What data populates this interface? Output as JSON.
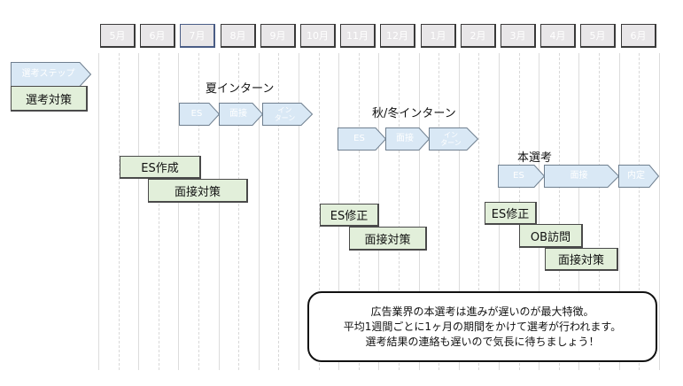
{
  "months": [
    "5月",
    "6月",
    "7月",
    "8月",
    "9月",
    "10月",
    "11月",
    "12月",
    "1月",
    "2月",
    "3月",
    "4月",
    "5月",
    "6月"
  ],
  "highlighted_month_index": 2,
  "legend": {
    "step_label": "選考ステップ",
    "prep_label": "選考対策"
  },
  "colors": {
    "step_fill": "#d9e8f5",
    "step_border": "#6f7f8f",
    "prep_fill": "#e2efda",
    "month_fill": "#e8e6e8"
  },
  "phases": {
    "summer": {
      "title": "夏インターン",
      "steps": [
        "ES",
        "面接",
        "イン\nターン"
      ],
      "prep": [
        "ES作成",
        "面接対策"
      ]
    },
    "autumn_winter": {
      "title": "秋/冬インターン",
      "steps": [
        "ES",
        "面接",
        "イン\nターン"
      ],
      "prep": [
        "ES修正",
        "面接対策"
      ]
    },
    "main": {
      "title": "本選考",
      "steps": [
        "ES",
        "面接",
        "内定"
      ],
      "prep": [
        "ES修正",
        "OB訪問",
        "面接対策"
      ]
    }
  },
  "callout": {
    "lines": [
      "広告業界の本選考は進みが遅いのが最大特徴。",
      "平均1週間ごとに1ヶ月の期間をかけて選考が行われます。",
      "選考結果の連絡も遅いので気長に待ちましょう！"
    ]
  }
}
